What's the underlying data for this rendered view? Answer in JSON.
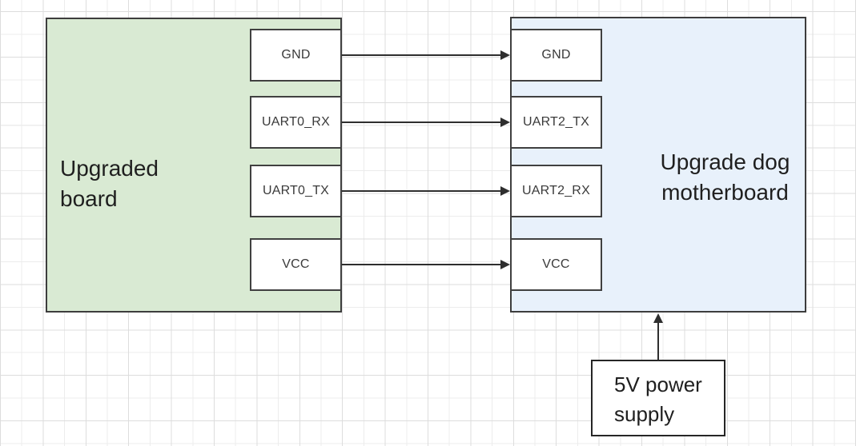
{
  "diagram": {
    "left_board": {
      "label": "Upgraded board",
      "fill": "#d9ead3",
      "pins": [
        "GND",
        "UART0_RX",
        "UART0_TX",
        "VCC"
      ]
    },
    "right_board": {
      "label": "Upgrade dog motherboard",
      "fill": "#e8f1fb",
      "pins": [
        "GND",
        "UART2_TX",
        "UART2_RX",
        "VCC"
      ]
    },
    "power_supply": {
      "label": "5V power supply"
    },
    "connections": [
      {
        "from": "Upgraded board / GND",
        "to": "Upgrade dog motherboard / GND",
        "direction": "right"
      },
      {
        "from": "Upgraded board / UART0_RX",
        "to": "Upgrade dog motherboard / UART2_TX",
        "direction": "right"
      },
      {
        "from": "Upgraded board / UART0_TX",
        "to": "Upgrade dog motherboard / UART2_RX",
        "direction": "right"
      },
      {
        "from": "Upgraded board / VCC",
        "to": "Upgrade dog motherboard / VCC",
        "direction": "right"
      },
      {
        "from": "5V power supply",
        "to": "Upgrade dog motherboard",
        "direction": "up"
      }
    ],
    "colors": {
      "left_board_fill": "#d9ead3",
      "right_board_fill": "#e8f1fb",
      "shape_border": "#3d3d3d",
      "arrow": "#2e2e2e",
      "grid_line_light": "#ececec",
      "grid_line_dark": "#dddddd"
    }
  }
}
